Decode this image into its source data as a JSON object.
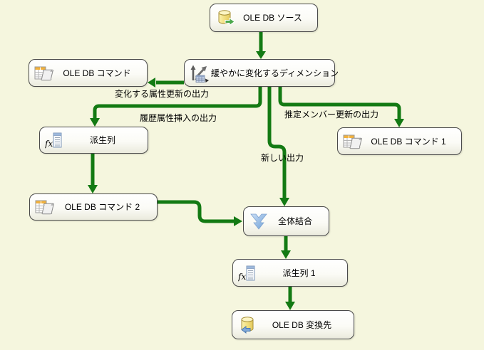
{
  "canvas": {
    "background_color": "#F5F6DE",
    "connector_color": "#137A13"
  },
  "nodes": [
    {
      "id": "oledb-source",
      "label": "OLE DB ソース",
      "icon": "database-source-icon"
    },
    {
      "id": "oledb-command",
      "label": "OLE DB コマンド",
      "icon": "oledb-command-icon"
    },
    {
      "id": "scd",
      "label": "緩やかに変化するディメンション",
      "icon": "slowly-changing-dimension-icon"
    },
    {
      "id": "derived-column",
      "label": "派生列",
      "icon": "derived-column-icon"
    },
    {
      "id": "oledb-command-1",
      "label": "OLE DB コマンド 1",
      "icon": "oledb-command-icon"
    },
    {
      "id": "oledb-command-2",
      "label": "OLE DB コマンド 2",
      "icon": "oledb-command-icon"
    },
    {
      "id": "union-all",
      "label": "全体結合",
      "icon": "union-all-icon"
    },
    {
      "id": "derived-column-1",
      "label": "派生列 1",
      "icon": "derived-column-icon"
    },
    {
      "id": "oledb-destination",
      "label": "OLE DB 変換先",
      "icon": "database-destination-icon"
    }
  ],
  "edge_labels": {
    "changing_attribute_updates": "変化する属性更新の出力",
    "historical_attribute_inserts": "履歴属性挿入の出力",
    "inferred_member_updates": "推定メンバー更新の出力",
    "new_output": "新しい出力"
  }
}
